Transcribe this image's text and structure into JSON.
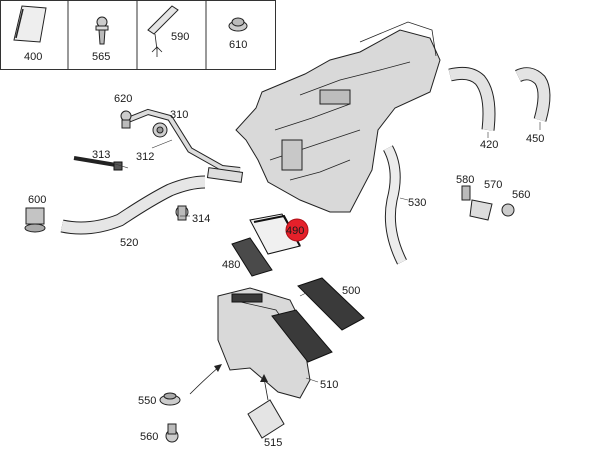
{
  "legend": {
    "cells": [
      {
        "id": "400",
        "label": "400"
      },
      {
        "id": "565",
        "label": "565"
      },
      {
        "id": "590",
        "label": "590"
      },
      {
        "id": "610",
        "label": "610"
      }
    ]
  },
  "parts": {
    "p620": "620",
    "p310": "310",
    "p313": "313",
    "p312": "312",
    "p600": "600",
    "p314": "314",
    "p520": "520",
    "p420": "420",
    "p450": "450",
    "p530": "530",
    "p580": "580",
    "p570": "570",
    "p560a": "560",
    "p490": "490",
    "p480": "480",
    "p500": "500",
    "p510": "510",
    "p550": "550",
    "p560b": "560",
    "p515": "515"
  },
  "highlight": {
    "part": "490",
    "color": "#e5202a"
  }
}
